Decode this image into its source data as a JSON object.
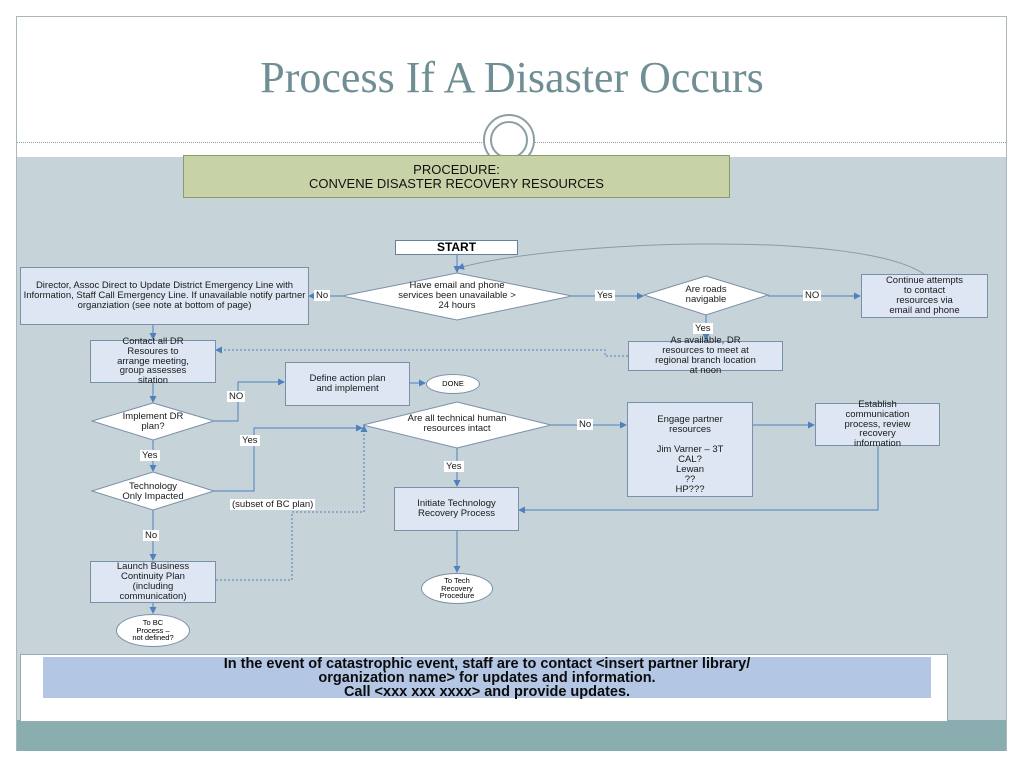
{
  "slide": {
    "title": "Process If A Disaster Occurs"
  },
  "procedure": {
    "header": "PROCEDURE:\nCONVENE DISASTER RECOVERY RESOURCES"
  },
  "flowchart": {
    "start": "START",
    "director_box": "Director, Assoc Direct to Update District Emergency Line with Information, Staff Call Emergency Line.  If unavailable notify partner organziation (see note at bottom of page)",
    "email_phone_decision": "Have email and phone\nservices been unavailable >\n24 hours",
    "roads_decision": "Are roads\nnavigable",
    "continue_box": "Continue attempts\nto contact\nresources via\nemail and phone",
    "regional_box": "As available, DR\nresources to meet at\nregional branch location\nat noon",
    "contact_box": "Contact all DR\nResoures to\narrange meeting,\ngroup assesses\nsitation",
    "define_box": "Define action plan\nand implement",
    "done": "DONE",
    "implement_decision": "Implement DR\nplan?",
    "tech_human_decision": "Are all technical human\nresources intact",
    "engage_box": "Engage partner\nresources\n\nJim Varner – 3T\nCAL?\nLewan\n??\nHP???",
    "establish_box": "Establish\ncommunication\nprocess, review\nrecovery\ninformation",
    "tech_only_decision": "Technology\nOnly Impacted",
    "subset_note": "(subset of BC plan)",
    "initiate_box": "Initiate Technology\nRecovery Process",
    "to_tech": "To Tech\nRecovery\nProcedure",
    "launch_box": "Launch Business\nContinuity Plan\n(including\ncommunication)",
    "to_bc": "To BC\nProcess –\nnot defined?",
    "labels": {
      "no_left": "No",
      "yes_mid": "Yes",
      "no_roads": "NO",
      "yes_roads": "Yes",
      "no_implement": "NO",
      "yes_implement": "Yes",
      "yes_implement_down": "Yes",
      "no_tech_human": "No",
      "yes_tech_human": "Yes",
      "no_tech_only": "No"
    }
  },
  "notice": {
    "text": "In the event of  catastrophic event, staff are to contact <insert partner library/\norganization name> for updates and information.\nCall <xxx xxx xxxx> and provide updates."
  },
  "colors": {
    "title": "#6f8f94",
    "canvas": "#c6d3d9",
    "box_fill": "#dde6f2",
    "box_border": "#7a8fa8",
    "procedure_fill": "#c7d3a6",
    "notice_fill": "#b3c6e4",
    "arrow": "#4f81bd",
    "footer": "#8aaeaf"
  }
}
